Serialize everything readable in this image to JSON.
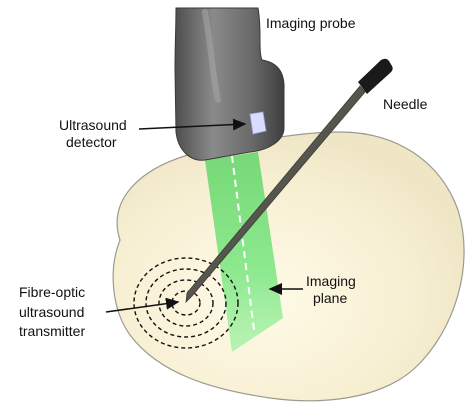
{
  "labels": {
    "imaging_probe": "Imaging probe",
    "needle": "Needle",
    "ultrasound_detector_line1": "Ultrasound",
    "ultrasound_detector_line2": "detector",
    "imaging_plane_line1": "Imaging",
    "imaging_plane_line2": "plane",
    "transmitter_line1": "Fibre-optic",
    "transmitter_line2": "ultrasound",
    "transmitter_line3": "transmitter"
  },
  "colors": {
    "tissue_fill": "#f7f1d8",
    "tissue_outline": "#9a9a90",
    "probe_body": "#6e6e6e",
    "imaging_plane": "#5fe06a",
    "detector": "#d8dcff",
    "needle": "#6a6a62",
    "needle_handle": "#1a1a1a",
    "wave_rings": "#111111"
  },
  "icons": {
    "probe": "ultrasound-probe-icon",
    "needle": "needle-icon",
    "transmitter": "concentric-wave-rings-icon"
  }
}
